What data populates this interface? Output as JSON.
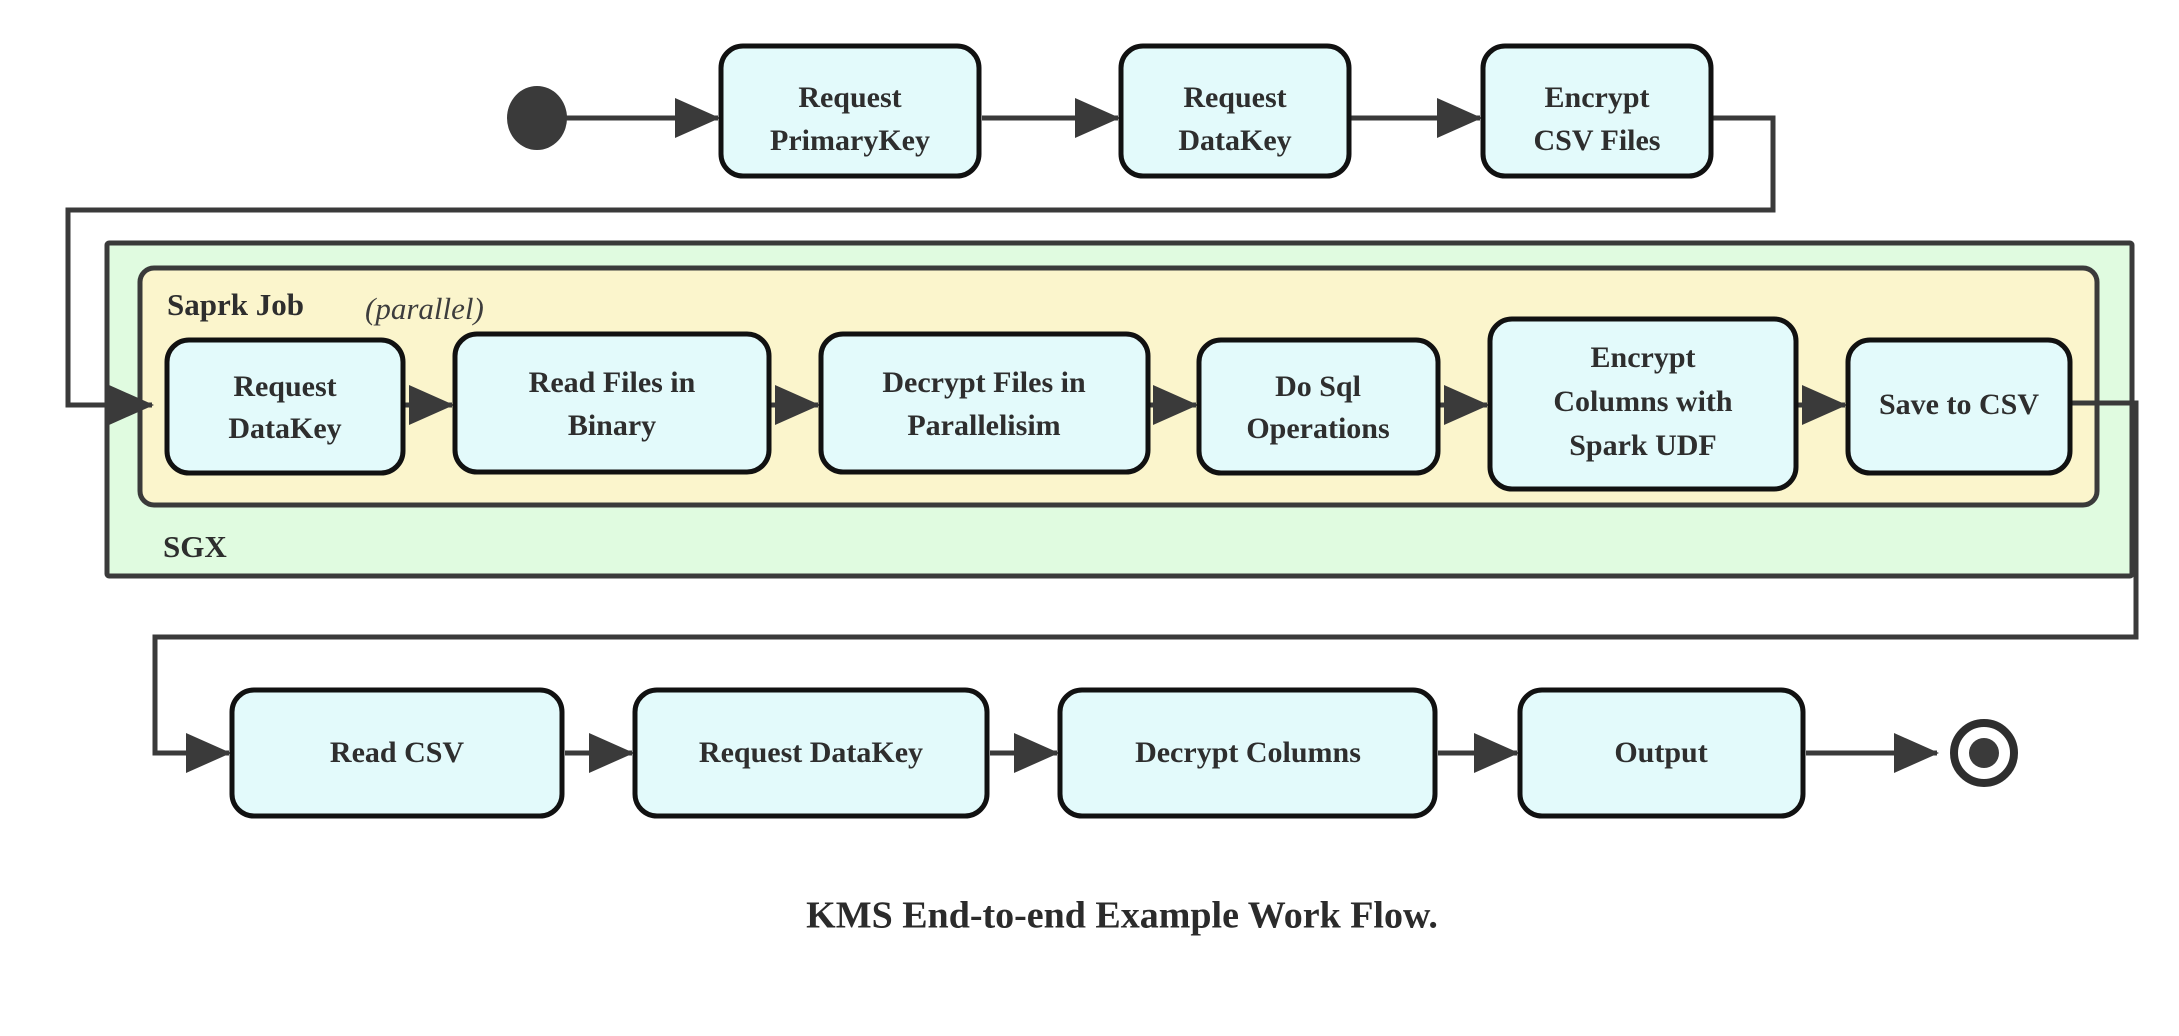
{
  "diagram": {
    "caption": "KMS End-to-end Example Work Flow.",
    "colors": {
      "node_fill": "#e3fafb",
      "node_stroke": "#111111",
      "sgx_container_fill": "#e0fbe0",
      "spark_container_fill": "#fbf5cc",
      "edge_stroke": "#3a3a3a",
      "text": "#2e2e2e",
      "background": "#ffffff"
    },
    "markers": {
      "start_node": "filled-circle-start-node",
      "end_node": "bullseye-end-node"
    },
    "containers": [
      {
        "id": "sgx",
        "label": "SGX",
        "label_position": "bottom-left"
      },
      {
        "id": "spark-job",
        "label_bold": "Saprk Job",
        "label_italic": "(parallel)",
        "label_position": "top-left"
      }
    ],
    "rows": {
      "top": {
        "nodes": [
          {
            "id": "request-primarykey",
            "line1": "Request",
            "line2": "PrimaryKey"
          },
          {
            "id": "request-datakey-top",
            "line1": "Request",
            "line2": "DataKey"
          },
          {
            "id": "encrypt-csv-files",
            "line1": "Encrypt",
            "line2": "CSV Files"
          }
        ]
      },
      "spark": {
        "nodes": [
          {
            "id": "request-datakey-spark",
            "line1": "Request",
            "line2": "DataKey"
          },
          {
            "id": "read-files-in-binary",
            "line1": "Read Files in",
            "line2": "Binary"
          },
          {
            "id": "decrypt-files-in-parallelisim",
            "line1": "Decrypt Files in",
            "line2": "Parallelisim"
          },
          {
            "id": "do-sql-operations",
            "line1": "Do Sql",
            "line2": "Operations"
          },
          {
            "id": "encrypt-columns-with-spark-udf",
            "line1": "Encrypt",
            "line2": "Columns with",
            "line3": "Spark UDF"
          },
          {
            "id": "save-to-csv",
            "line1": "Save to CSV"
          }
        ]
      },
      "bottom": {
        "nodes": [
          {
            "id": "read-csv",
            "line1": "Read CSV"
          },
          {
            "id": "request-datakey-bottom",
            "line1": "Request DataKey"
          },
          {
            "id": "decrypt-columns",
            "line1": "Decrypt Columns"
          },
          {
            "id": "output",
            "line1": "Output"
          }
        ]
      }
    },
    "flow_sequence": [
      "start",
      "Request PrimaryKey",
      "Request DataKey",
      "Encrypt CSV Files",
      "Request DataKey",
      "Read Files in Binary",
      "Decrypt Files in Parallelisim",
      "Do Sql Operations",
      "Encrypt Columns with Spark UDF",
      "Save to CSV",
      "Read CSV",
      "Request DataKey",
      "Decrypt Columns",
      "Output",
      "end"
    ]
  }
}
